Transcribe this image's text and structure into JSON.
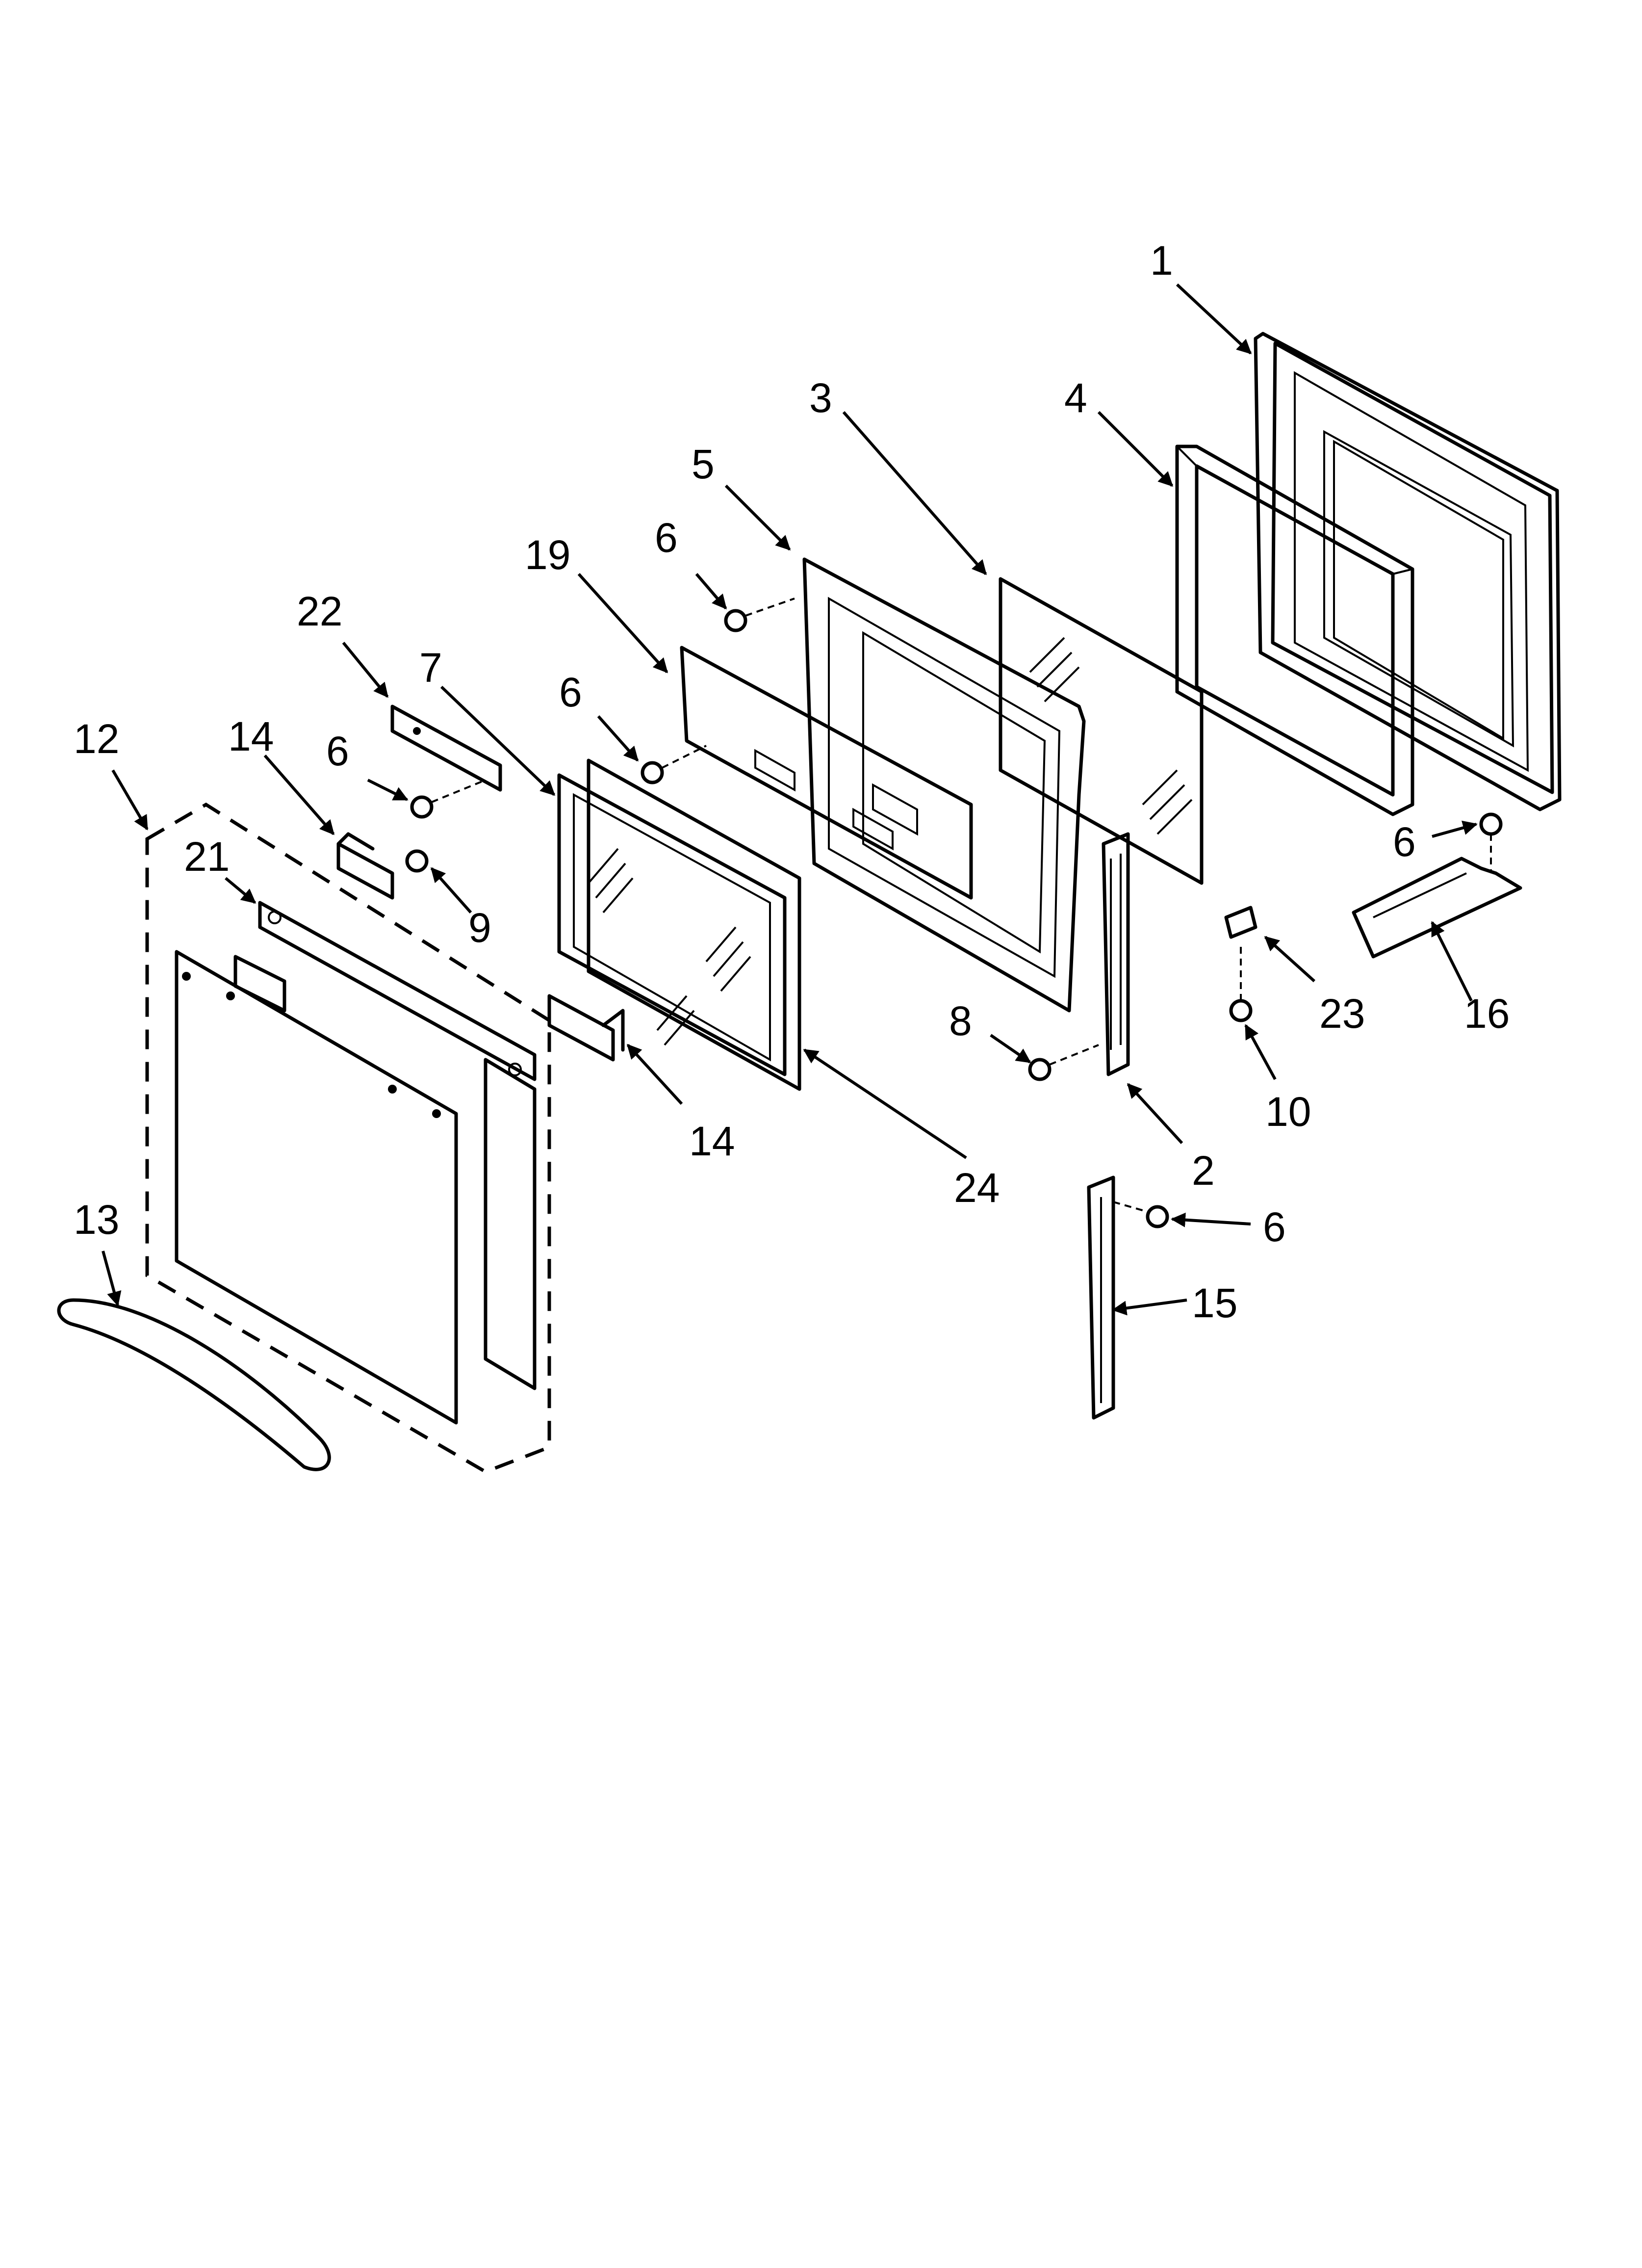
{
  "callouts": [
    {
      "id": "c1",
      "text": "1"
    },
    {
      "id": "c4",
      "text": "4"
    },
    {
      "id": "c3",
      "text": "3"
    },
    {
      "id": "c5",
      "text": "5"
    },
    {
      "id": "c6a",
      "text": "6"
    },
    {
      "id": "c19",
      "text": "19"
    },
    {
      "id": "c6b",
      "text": "6"
    },
    {
      "id": "c22",
      "text": "22"
    },
    {
      "id": "c7",
      "text": "7"
    },
    {
      "id": "c12",
      "text": "12"
    },
    {
      "id": "c14a",
      "text": "14"
    },
    {
      "id": "c6c",
      "text": "6"
    },
    {
      "id": "c21",
      "text": "21"
    },
    {
      "id": "c9",
      "text": "9"
    },
    {
      "id": "c6d",
      "text": "6"
    },
    {
      "id": "c23",
      "text": "23"
    },
    {
      "id": "c16",
      "text": "16"
    },
    {
      "id": "c10",
      "text": "10"
    },
    {
      "id": "c8",
      "text": "8"
    },
    {
      "id": "c2",
      "text": "2"
    },
    {
      "id": "c14b",
      "text": "14"
    },
    {
      "id": "c24",
      "text": "24"
    },
    {
      "id": "c6e",
      "text": "6"
    },
    {
      "id": "c15",
      "text": "15"
    },
    {
      "id": "c13",
      "text": "13"
    }
  ]
}
